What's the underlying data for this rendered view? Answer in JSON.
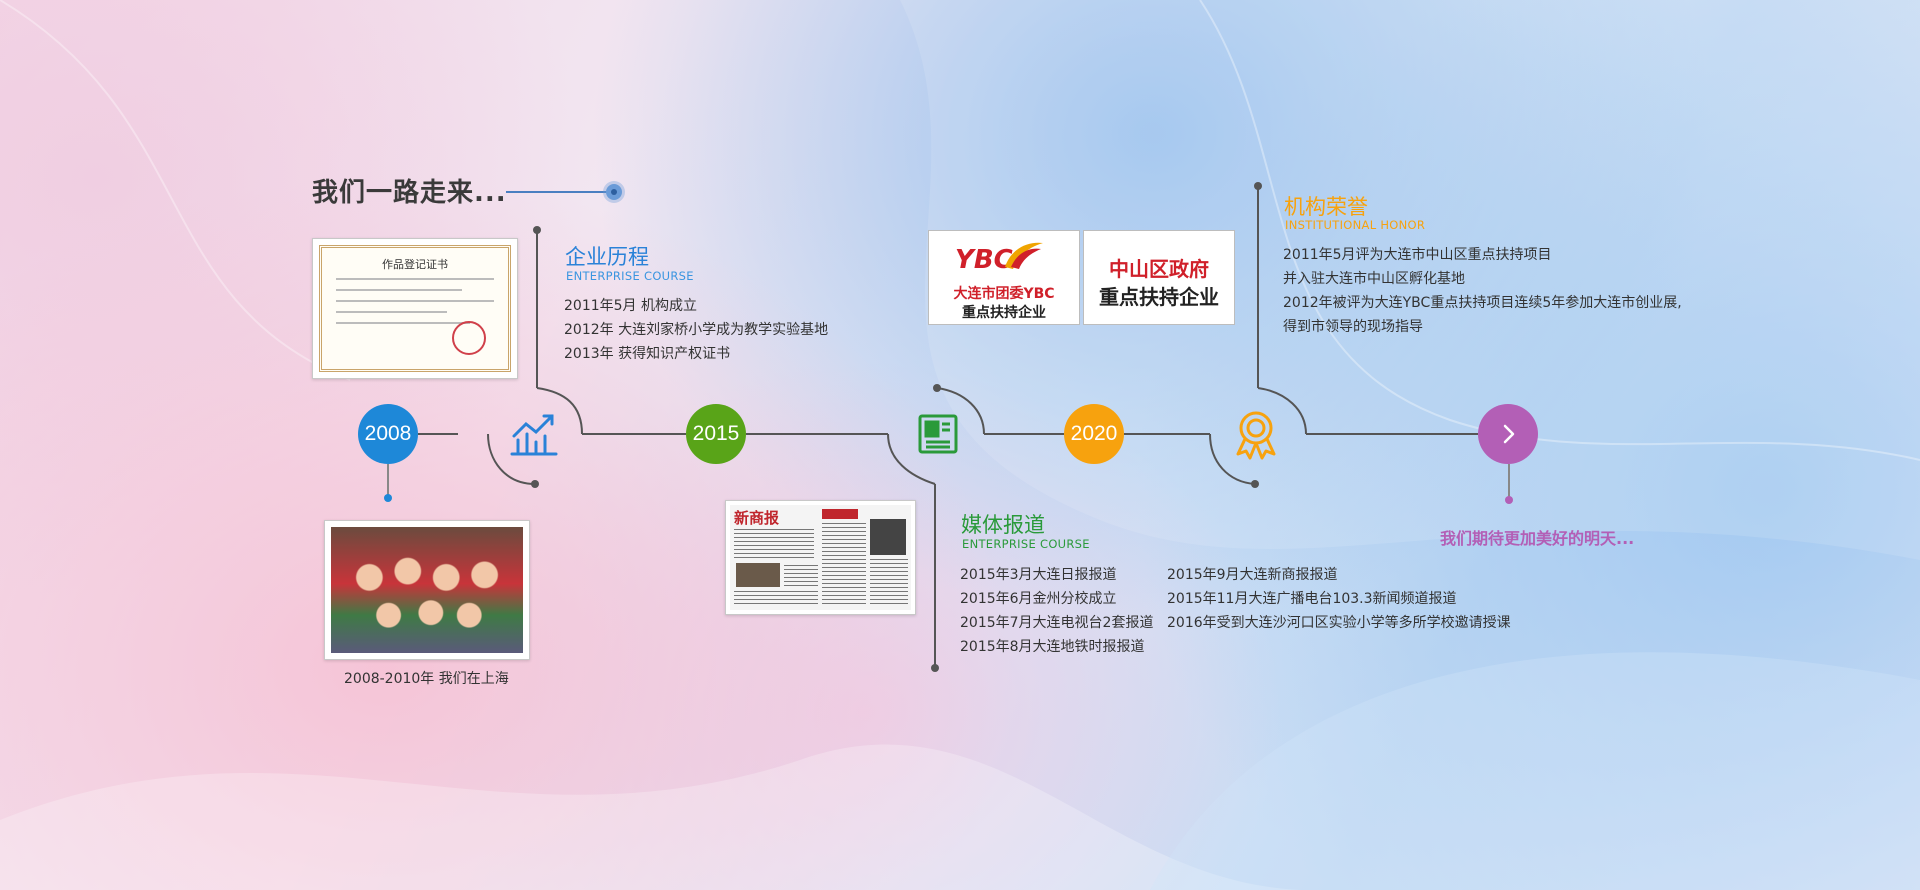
{
  "page_title": "我们一路走来...",
  "years": {
    "y2008": "2008",
    "y2015": "2015",
    "y2020": "2020"
  },
  "enterprise": {
    "title": "企业历程",
    "subtitle": "ENTERPRISE COURSE",
    "items": [
      "2011年5月  机构成立",
      "2012年  大连刘家桥小学成为教学实验基地",
      "2013年 获得知识产权证书"
    ]
  },
  "certificate": {
    "title": "作品登记证书"
  },
  "caption_2008": "2008-2010年  我们在上海",
  "newspaper": {
    "masthead": "新商报"
  },
  "media": {
    "title": "媒体报道",
    "subtitle": "ENTERPRISE COURSE",
    "col1": [
      "2015年3月大连日报报道",
      "2015年6月金州分校成立",
      "2015年7月大连电视台2套报道",
      "2015年8月大连地铁时报报道"
    ],
    "col2": [
      "2015年9月大连新商报报道",
      "2015年11月大连广播电台103.3新闻频道报道",
      "2016年受到大连沙河口区实验小学等多所学校邀请授课"
    ]
  },
  "logos": {
    "ybc_mark": "YBC",
    "ybc_line1": "大连市团委YBC",
    "ybc_line2": "重点扶持企业",
    "gov_line1": "中山区政府",
    "gov_line2": "重点扶持企业"
  },
  "honor": {
    "title": "机构荣誉",
    "subtitle": "INSTITUTIONAL HONOR",
    "items": [
      "2011年5月评为大连市中山区重点扶持项目",
      "并入驻大连市中山区孵化基地",
      "2012年被评为大连YBC重点扶持项目连续5年参加大连市创业展,",
      "得到市领导的现场指导"
    ]
  },
  "future_text": "我们期待更加美好的明天...",
  "colors": {
    "blue": "#1e88d8",
    "green": "#59a418",
    "orange": "#f7a20e",
    "purple": "#b35fb6",
    "media_green": "#2a9a3a",
    "line": "#555555"
  },
  "icons": [
    "chart-growth-icon",
    "newspaper-icon",
    "award-ribbon-icon",
    "chevron-right-icon"
  ]
}
